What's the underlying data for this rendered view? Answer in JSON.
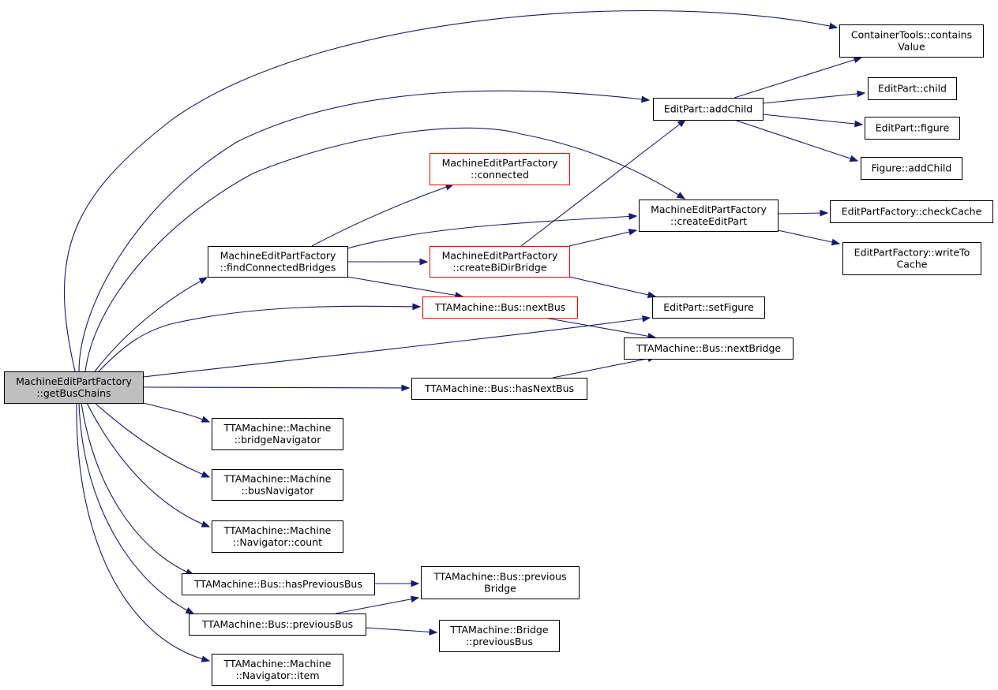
{
  "colors": {
    "edge": "#191970",
    "node_border": "#000000",
    "node_border_truncated": "#ff0000",
    "node_fill": "#ffffff",
    "root_fill": "#bfbfbf"
  },
  "nodes": [
    {
      "id": "getBusChains",
      "lines": [
        "MachineEditPartFactory",
        "::getBusChains"
      ],
      "root": true
    },
    {
      "id": "containsValue",
      "lines": [
        "ContainerTools::contains",
        "Value"
      ]
    },
    {
      "id": "addChild",
      "lines": [
        "EditPart::addChild"
      ]
    },
    {
      "id": "child",
      "lines": [
        "EditPart::child"
      ]
    },
    {
      "id": "figure",
      "lines": [
        "EditPart::figure"
      ]
    },
    {
      "id": "figAddChild",
      "lines": [
        "Figure::addChild"
      ]
    },
    {
      "id": "connected",
      "lines": [
        "MachineEditPartFactory",
        "::connected"
      ],
      "truncated": true
    },
    {
      "id": "createEditPart",
      "lines": [
        "MachineEditPartFactory",
        "::createEditPart"
      ]
    },
    {
      "id": "checkCache",
      "lines": [
        "EditPartFactory::checkCache"
      ]
    },
    {
      "id": "writeToCache",
      "lines": [
        "EditPartFactory::writeTo",
        "Cache"
      ]
    },
    {
      "id": "findConnectedBridges",
      "lines": [
        "MachineEditPartFactory",
        "::findConnectedBridges"
      ]
    },
    {
      "id": "createBiDirBridge",
      "lines": [
        "MachineEditPartFactory",
        "::createBiDirBridge"
      ],
      "truncated": true
    },
    {
      "id": "nextBus",
      "lines": [
        "TTAMachine::Bus::nextBus"
      ],
      "truncated": true
    },
    {
      "id": "setFigure",
      "lines": [
        "EditPart::setFigure"
      ]
    },
    {
      "id": "nextBridge",
      "lines": [
        "TTAMachine::Bus::nextBridge"
      ]
    },
    {
      "id": "hasNextBus",
      "lines": [
        "TTAMachine::Bus::hasNextBus"
      ]
    },
    {
      "id": "bridgeNavigator",
      "lines": [
        "TTAMachine::Machine",
        "::bridgeNavigator"
      ]
    },
    {
      "id": "busNavigator",
      "lines": [
        "TTAMachine::Machine",
        "::busNavigator"
      ]
    },
    {
      "id": "navCount",
      "lines": [
        "TTAMachine::Machine",
        "::Navigator::count"
      ]
    },
    {
      "id": "hasPreviousBus",
      "lines": [
        "TTAMachine::Bus::hasPreviousBus"
      ]
    },
    {
      "id": "previousBridge",
      "lines": [
        "TTAMachine::Bus::previous",
        "Bridge"
      ]
    },
    {
      "id": "previousBus",
      "lines": [
        "TTAMachine::Bus::previousBus"
      ]
    },
    {
      "id": "bridgePreviousBus",
      "lines": [
        "TTAMachine::Bridge",
        "::previousBus"
      ]
    },
    {
      "id": "navItem",
      "lines": [
        "TTAMachine::Machine",
        "::Navigator::item"
      ]
    }
  ],
  "edges": [
    {
      "from": "getBusChains",
      "to": "containsValue"
    },
    {
      "from": "getBusChains",
      "to": "addChild"
    },
    {
      "from": "getBusChains",
      "to": "createEditPart"
    },
    {
      "from": "getBusChains",
      "to": "findConnectedBridges"
    },
    {
      "from": "getBusChains",
      "to": "nextBus"
    },
    {
      "from": "getBusChains",
      "to": "setFigure"
    },
    {
      "from": "getBusChains",
      "to": "hasNextBus"
    },
    {
      "from": "getBusChains",
      "to": "bridgeNavigator"
    },
    {
      "from": "getBusChains",
      "to": "busNavigator"
    },
    {
      "from": "getBusChains",
      "to": "navCount"
    },
    {
      "from": "getBusChains",
      "to": "hasPreviousBus"
    },
    {
      "from": "getBusChains",
      "to": "previousBus"
    },
    {
      "from": "getBusChains",
      "to": "navItem"
    },
    {
      "from": "addChild",
      "to": "containsValue"
    },
    {
      "from": "addChild",
      "to": "child"
    },
    {
      "from": "addChild",
      "to": "figure"
    },
    {
      "from": "addChild",
      "to": "figAddChild"
    },
    {
      "from": "createEditPart",
      "to": "checkCache"
    },
    {
      "from": "createEditPart",
      "to": "writeToCache"
    },
    {
      "from": "findConnectedBridges",
      "to": "connected"
    },
    {
      "from": "findConnectedBridges",
      "to": "createEditPart"
    },
    {
      "from": "findConnectedBridges",
      "to": "createBiDirBridge"
    },
    {
      "from": "findConnectedBridges",
      "to": "nextBus"
    },
    {
      "from": "createBiDirBridge",
      "to": "addChild"
    },
    {
      "from": "createBiDirBridge",
      "to": "createEditPart"
    },
    {
      "from": "createBiDirBridge",
      "to": "setFigure"
    },
    {
      "from": "nextBus",
      "to": "nextBridge"
    },
    {
      "from": "hasNextBus",
      "to": "nextBridge"
    },
    {
      "from": "hasPreviousBus",
      "to": "previousBridge"
    },
    {
      "from": "previousBus",
      "to": "previousBridge"
    },
    {
      "from": "previousBus",
      "to": "bridgePreviousBus"
    }
  ]
}
